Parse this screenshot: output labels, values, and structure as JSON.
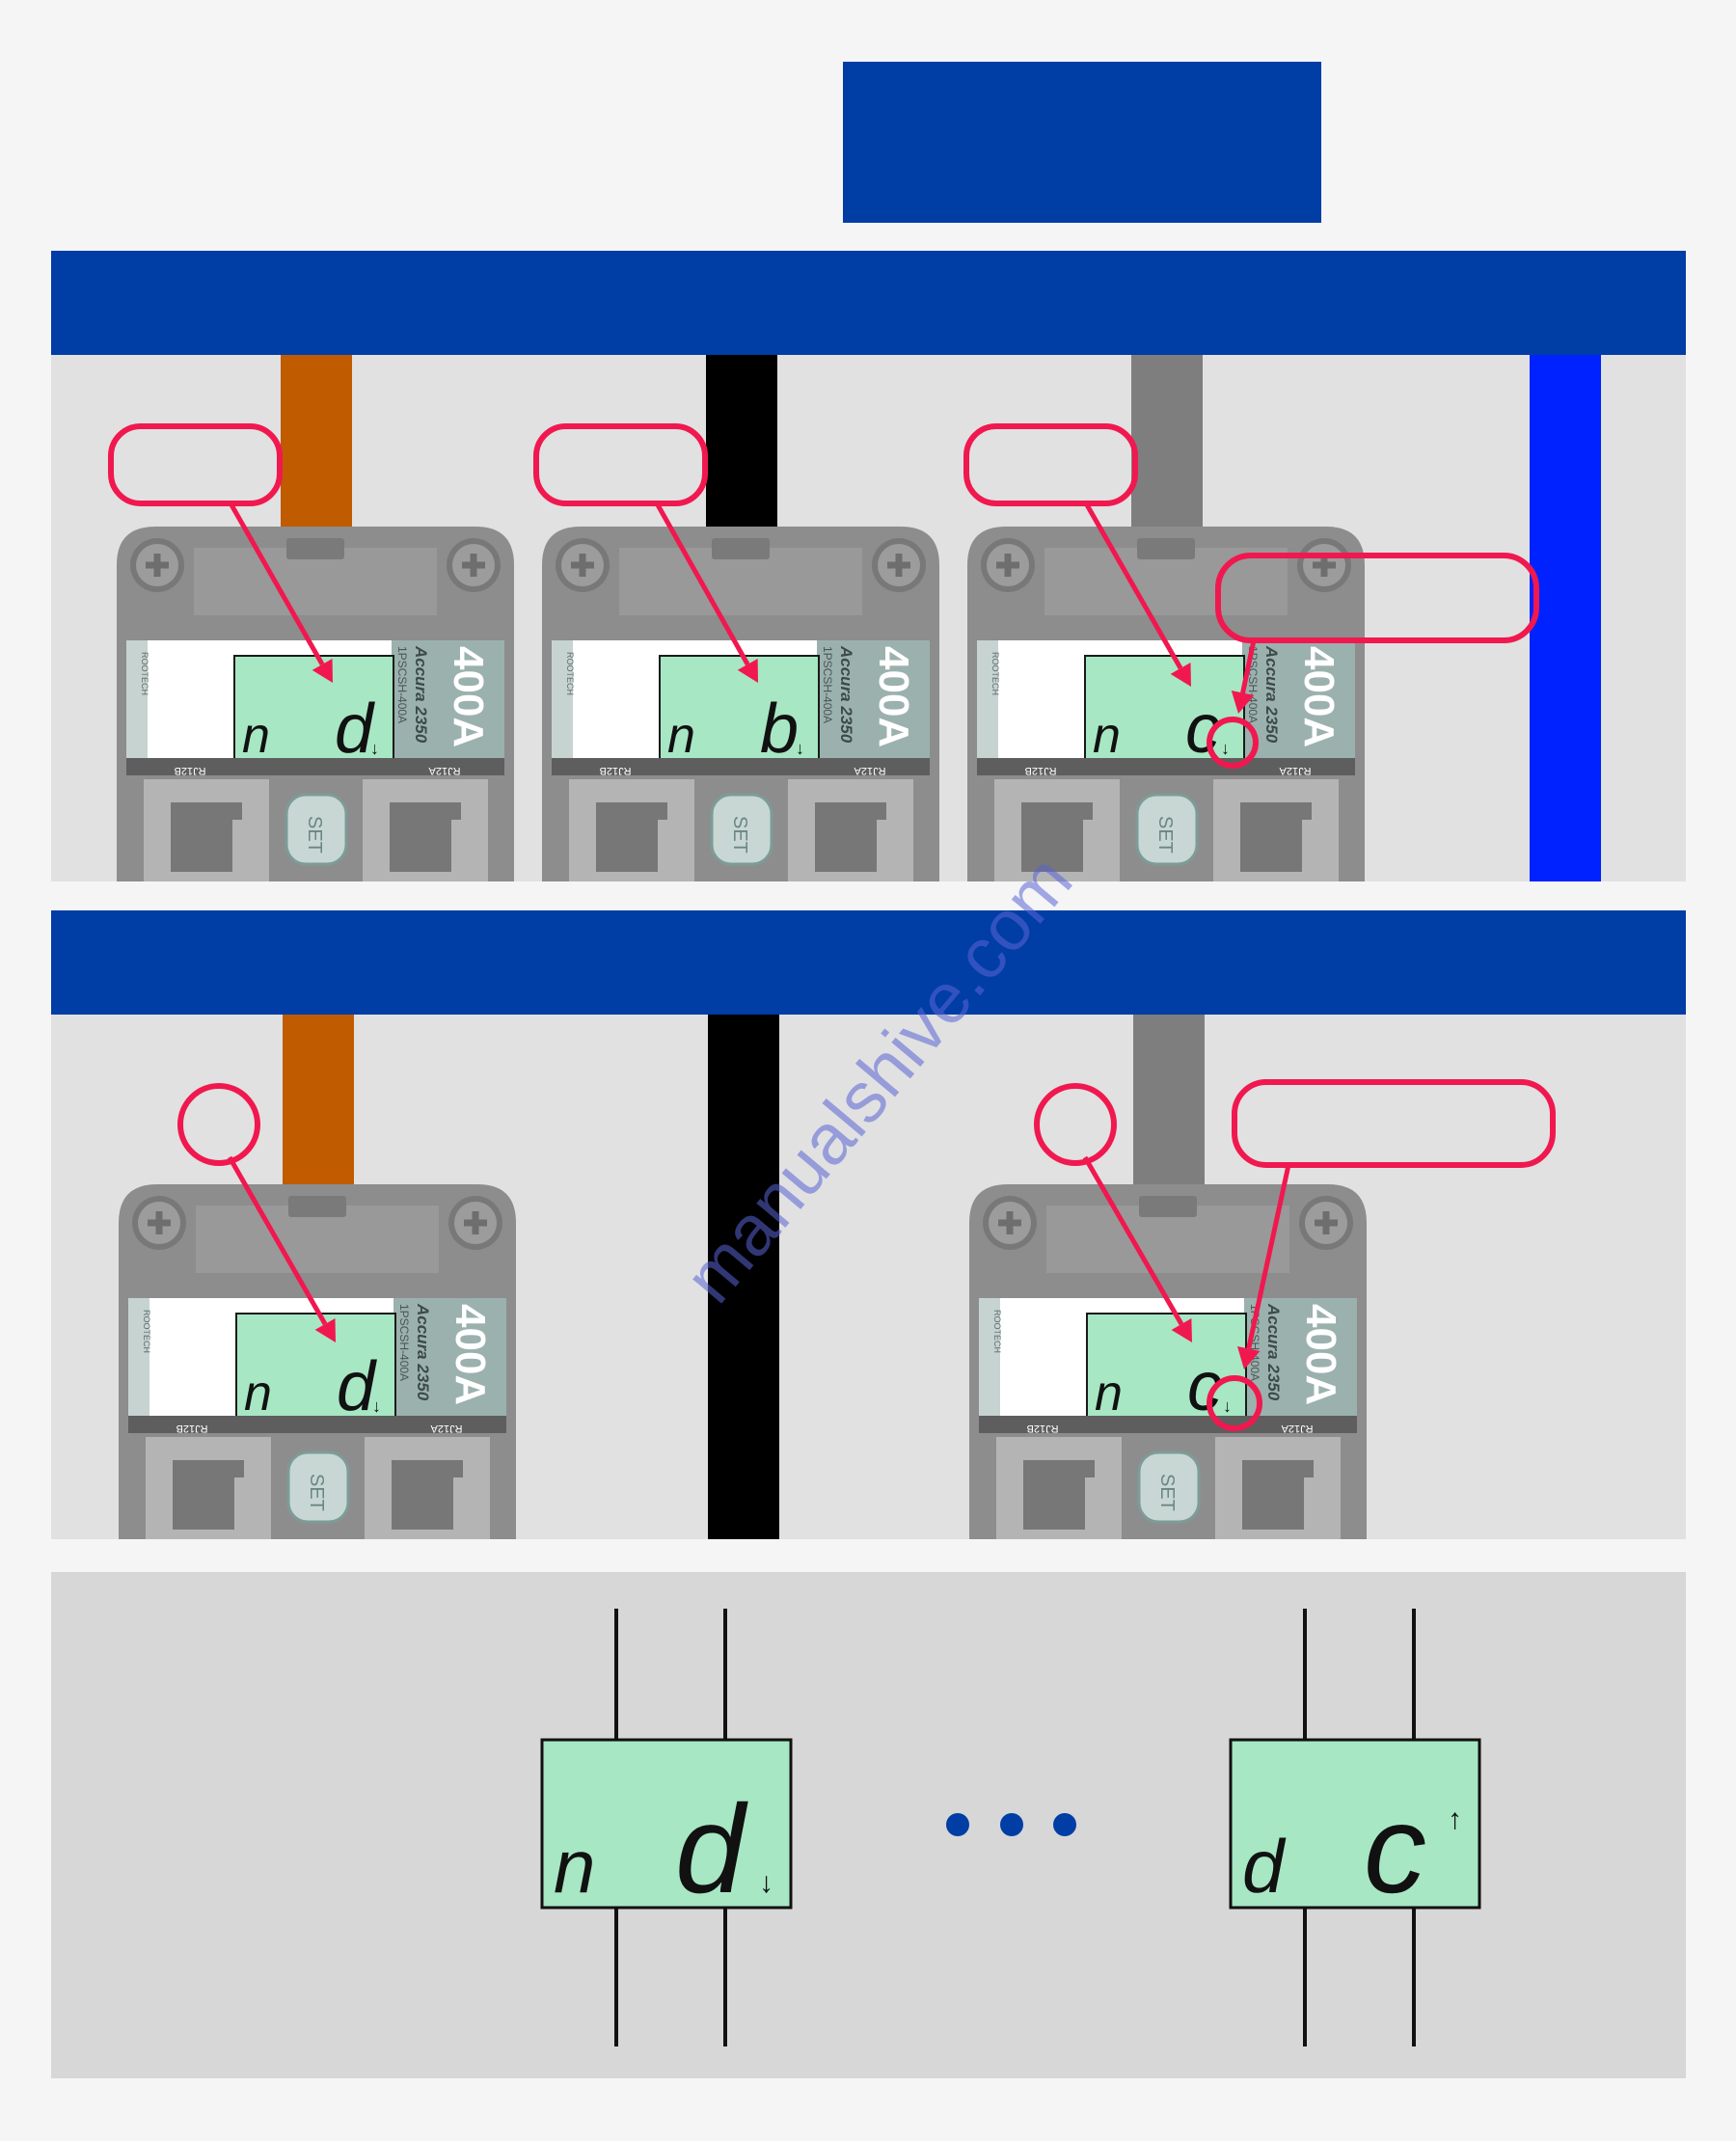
{
  "colors": {
    "page_bg": "#f5f5f5",
    "banner_blue": "#003da5",
    "panel_gray": "#e1e1e1",
    "bottom_panel_gray": "#d7d7d7",
    "cable_orange": "#c05b00",
    "cable_black": "#000000",
    "cable_gray": "#7e7e7e",
    "cable_blue": "#0022ff",
    "sensor_body": "#8d8d8d",
    "lcd_green": "#a7e7c4",
    "label_panel": "#9bb1ae",
    "callout_pink": "#f0184f",
    "watermark": "#5a64d6"
  },
  "watermark_text": "manualshive.com",
  "sensor": {
    "model_rating": "400A",
    "model_name": "Accura 2350",
    "model_part": "1PSCSH-400A",
    "brand": "ROOTECH",
    "port_left": "RJ12B",
    "port_right": "RJ12A",
    "set_button": "SET"
  },
  "panel1_sensors": [
    {
      "char_left": "n",
      "char_right": "d",
      "arrow": "↓",
      "cable": "orange"
    },
    {
      "char_left": "n",
      "char_right": "b",
      "arrow": "↓",
      "cable": "black"
    },
    {
      "char_left": "n",
      "char_right": "c",
      "arrow": "↓",
      "cable": "gray"
    }
  ],
  "panel2_sensors": [
    {
      "char_left": "n",
      "char_right": "d",
      "arrow": "↓",
      "cable": "orange"
    },
    {
      "char_left": "n",
      "char_right": "c",
      "arrow": "↓",
      "cable": "gray"
    }
  ],
  "bottom_displays": [
    {
      "char_left": "n",
      "char_right": "d",
      "arrow": "↓"
    },
    {
      "char_left": "d",
      "char_right": "c",
      "arrow": "↑"
    }
  ],
  "icons": {
    "screw": "screw-icon",
    "rj_port": "rj12-port-icon",
    "ellipsis": "ellipsis-dots-icon",
    "arrow_down": "arrow-down-icon",
    "arrow_up": "arrow-up-icon"
  }
}
